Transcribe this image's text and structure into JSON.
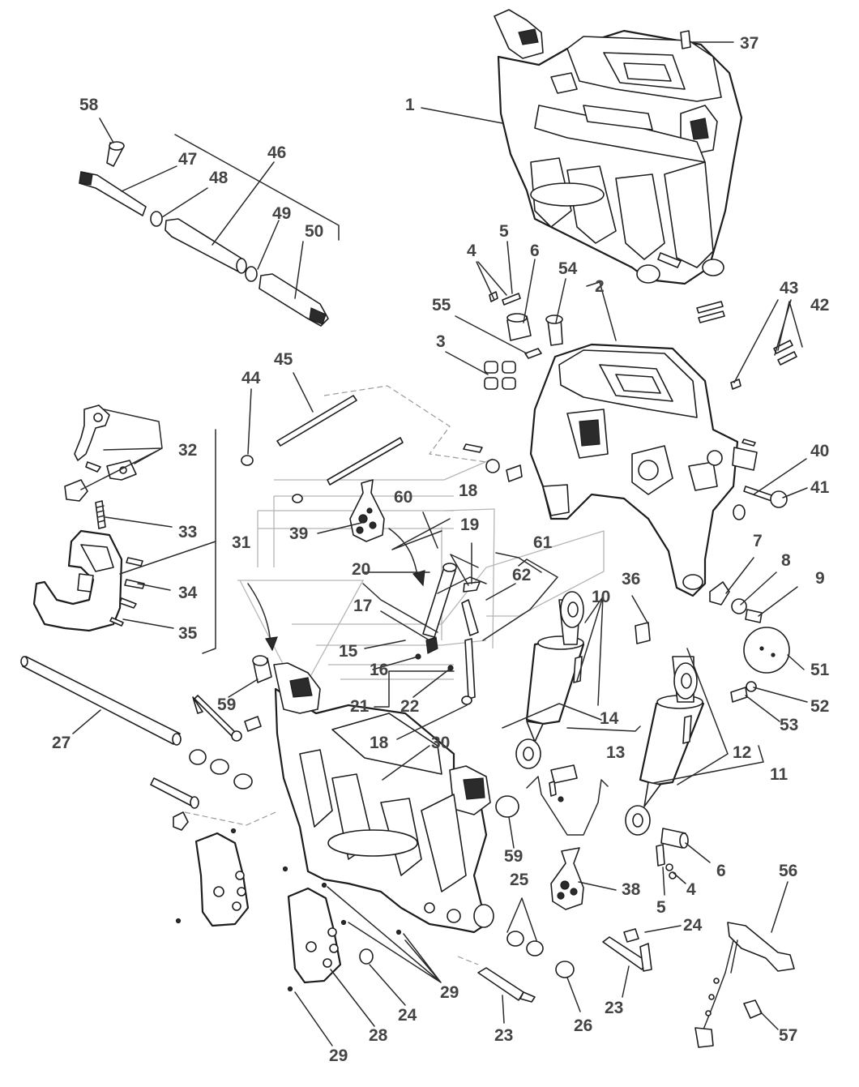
{
  "labels": [
    "1",
    "2",
    "3",
    "4",
    "5",
    "6",
    "7",
    "8",
    "9",
    "10",
    "11",
    "12",
    "13",
    "14",
    "15",
    "16",
    "17",
    "18",
    "19",
    "20",
    "21",
    "22",
    "23",
    "24",
    "25",
    "26",
    "27",
    "28",
    "29",
    "30",
    "31",
    "32",
    "33",
    "34",
    "35",
    "36",
    "37",
    "38",
    "39",
    "40",
    "41",
    "42",
    "43",
    "44",
    "45",
    "46",
    "47",
    "48",
    "49",
    "50",
    "51",
    "52",
    "53",
    "54",
    "55",
    "56",
    "57",
    "58",
    "59",
    "60",
    "61",
    "62"
  ],
  "colors": {
    "outline": "#1e1e1e",
    "label": "#444444",
    "phantom": "#b5b5b5"
  }
}
